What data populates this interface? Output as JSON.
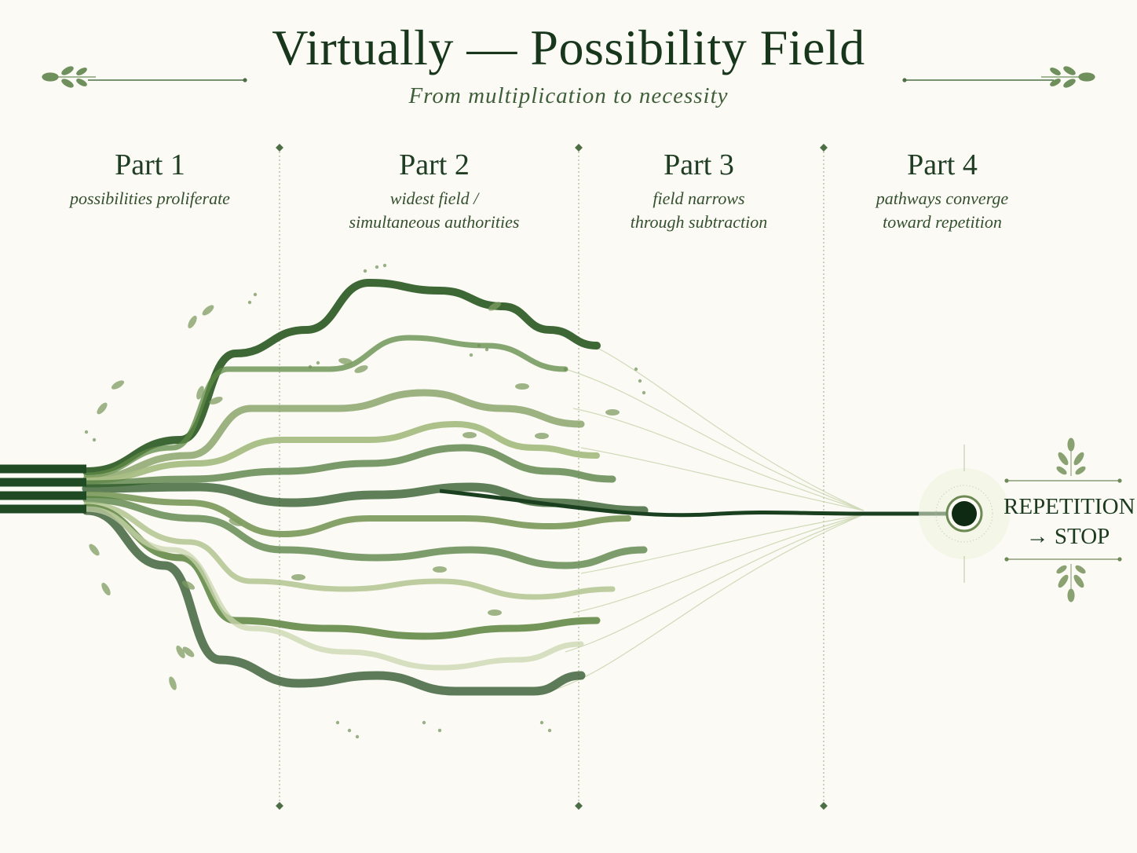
{
  "title": "Virtually — Possibility Field",
  "subtitle": "From multiplication to necessity",
  "parts": [
    {
      "label": "Part 1",
      "desc_lines": [
        "possibilities proliferate"
      ]
    },
    {
      "label": "Part 2",
      "desc_lines": [
        "widest field /",
        "simultaneous authorities"
      ]
    },
    {
      "label": "Part 3",
      "desc_lines": [
        "field narrows",
        "through subtraction"
      ]
    },
    {
      "label": "Part 4",
      "desc_lines": [
        "pathways converge",
        "toward repetition"
      ]
    }
  ],
  "endpoint": {
    "line1": "REPETITION",
    "line2": "→ STOP"
  },
  "colors": {
    "background": "#fbfaf4",
    "dark_green": "#1f4a23",
    "mid_green": "#5f8a46",
    "light_green": "#a8be84",
    "pale_green": "#c9d6ad",
    "title": "#17361c"
  },
  "icons": [
    "leaf-sprig-icon",
    "laurel-icon",
    "endpoint-node-icon"
  ]
}
